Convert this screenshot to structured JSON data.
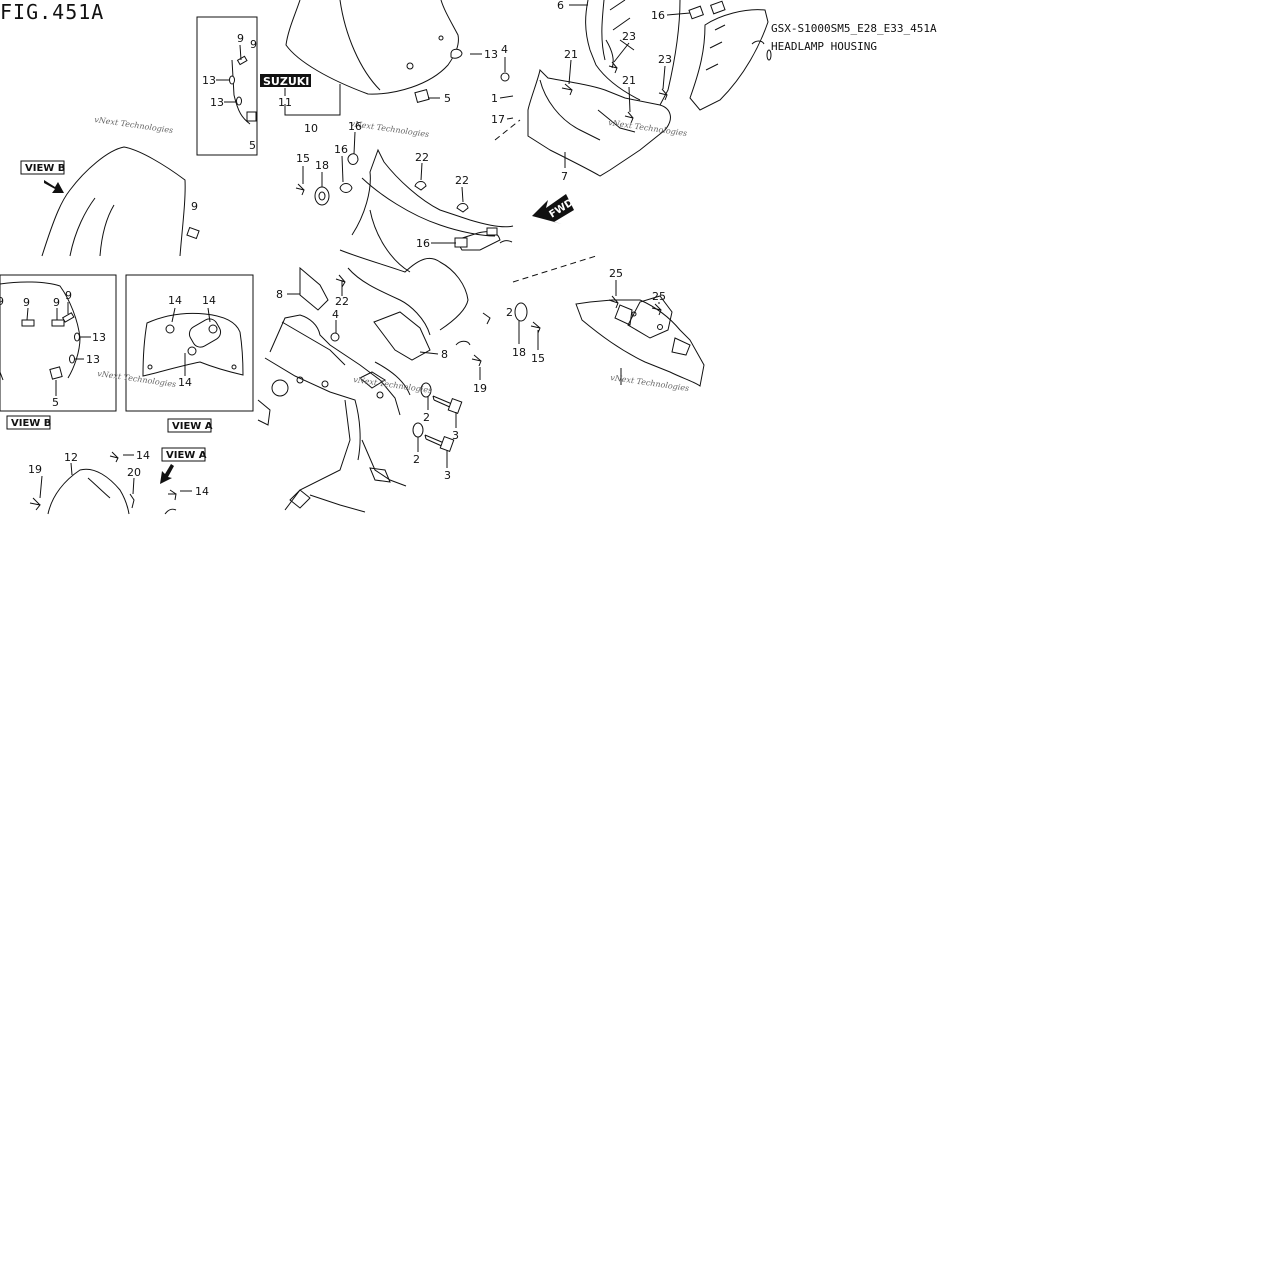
{
  "header": {
    "figure": "FIG.451A",
    "model_code": "GSX-S1000SM5_E28_E33_451A",
    "section": "HEADLAMP HOUSING"
  },
  "logo_text": "SUZUKI",
  "arrow_label": "FWD",
  "watermark": "vNext Technologies",
  "views": [
    "VIEW B",
    "VIEW A"
  ],
  "callouts": [
    "1",
    "2",
    "3",
    "4",
    "5",
    "6",
    "7",
    "8",
    "9",
    "10",
    "11",
    "12",
    "13",
    "14",
    "15",
    "16",
    "17",
    "18",
    "19",
    "20",
    "21",
    "22",
    "23",
    "25"
  ]
}
